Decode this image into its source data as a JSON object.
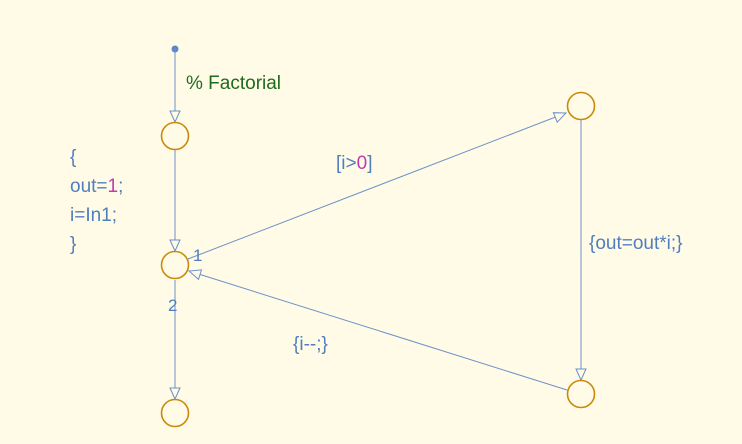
{
  "comment": "% Factorial",
  "init_action": {
    "open": "{",
    "line1_prefix": "out=",
    "line1_number": "1",
    "line1_suffix": ";",
    "line2": "i=In1;",
    "close": "}"
  },
  "guard": {
    "prefix": "[i>",
    "number": "0",
    "suffix": "]"
  },
  "multiply_action": "{out=out*i;}",
  "decrement_action": "{i--;}",
  "execution_order": [
    "1",
    "2"
  ],
  "colors": {
    "background": "#fffbe6",
    "junction": "#c98a0c",
    "transition": "#6a90c8",
    "label": "#4f7fbf",
    "comment": "#1e6b1e",
    "number_literal": "#c23bb0"
  }
}
